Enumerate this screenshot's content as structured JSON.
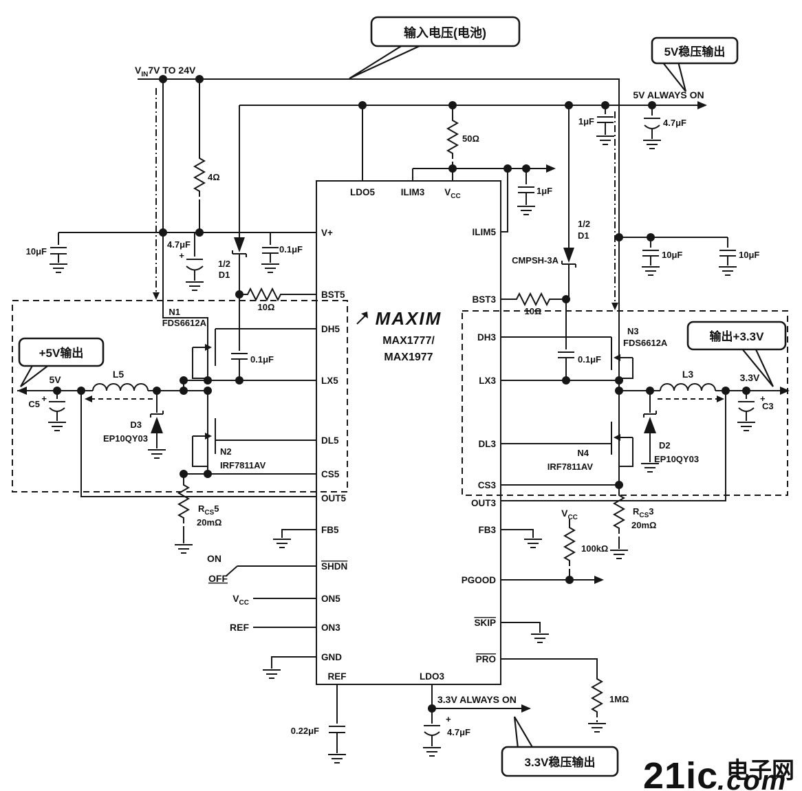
{
  "callouts": {
    "input_voltage": "输入电压(电池)",
    "reg5_output": "5V稳压输出",
    "plus5_output": "+5V输出",
    "output_3v3": "输出+3.3V",
    "reg3v3_output": "3.3V稳压输出"
  },
  "rails": {
    "vin_prefix": "V",
    "vin_sub": "IN",
    "vin_range": "7V TO 24V",
    "always_on_5v": "5V ALWAYS ON",
    "always_on_3v3": "3.3V ALWAYS ON",
    "out_5v": "5V",
    "out_3v3": "3.3V"
  },
  "chip": {
    "logo": "MAXIM",
    "part_line1": "MAX1777/",
    "part_line2": "MAX1977",
    "pins_top": [
      "LDO5",
      "ILIM3",
      "VCC"
    ],
    "pins_bottom": [
      "REF",
      "LDO3"
    ],
    "pins_left": [
      "V+",
      "BST5",
      "DH5",
      "LX5",
      "DL5",
      "CS5",
      "OUT5",
      "FB5",
      "SHDN",
      "ON5",
      "ON3",
      "GND"
    ],
    "pins_right": [
      "ILIM5",
      "BST3",
      "DH3",
      "LX3",
      "DL3",
      "CS3",
      "OUT3",
      "FB3",
      "PGOOD",
      "SKIP",
      "PRO"
    ]
  },
  "components": {
    "r_4": "4Ω",
    "r_50": "50Ω",
    "r_10": "10Ω",
    "c_10uf": "10μF",
    "c_4_7uf": "4.7μF",
    "c_1uf": "1μF",
    "c_0_1uf": "0.1μF",
    "c_0_22uf": "0.22μF",
    "d1_half": "1/2",
    "d1": "D1",
    "d1_part": "CMPSH-3A",
    "n1": "N1",
    "n2": "N2",
    "n3": "N3",
    "n4": "N4",
    "nfet_high_part": "FDS6612A",
    "nfet_low_part": "IRF7811AV",
    "d3": "D3",
    "d2": "D2",
    "schottky_part": "EP10QY03",
    "l5": "L5",
    "l3": "L3",
    "c5": "C5",
    "c3": "C3",
    "rcs_prefix": "R",
    "rcs_sub": "CS",
    "rcs5_num": "5",
    "rcs3_num": "3",
    "r_20m": "20mΩ",
    "r_100k": "100kΩ",
    "r_1m": "1MΩ",
    "plus": "+"
  },
  "signals": {
    "vcc_prefix": "V",
    "vcc_sub": "CC",
    "ref": "REF",
    "on": "ON",
    "off": "OFF"
  },
  "watermark": {
    "brand": "21ic",
    "suffix": ".com",
    "site": "电子网",
    "brand_color": "#f0a097",
    "accent_color": "#b4b2d8"
  }
}
